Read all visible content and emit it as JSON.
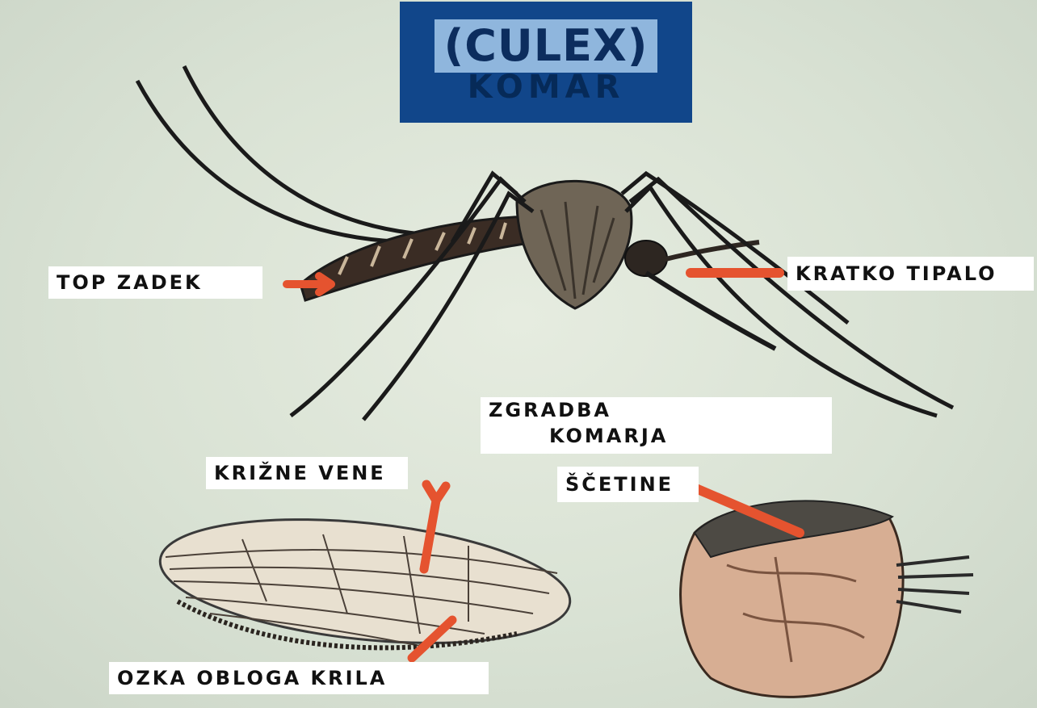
{
  "title": {
    "main": "(CULEX)",
    "sub": "KOMAR"
  },
  "labels": {
    "zadek": "TOP ZADEK",
    "tipalo": "KRATKO  TIPALO",
    "zgradba_line1": "ZGRADBA",
    "zgradba_line2": "KOMARJA",
    "vene": "KRIŽNE VENE",
    "scetine": "ŠČETINE",
    "krila": "OZKA OBLOGA KRILA"
  },
  "colors": {
    "background": "#d9e2d4",
    "title_panel": "#11468a",
    "title_text_bg": "#8fb6dd",
    "arrow": "#e5532f",
    "label_bg": "#ffffff"
  }
}
